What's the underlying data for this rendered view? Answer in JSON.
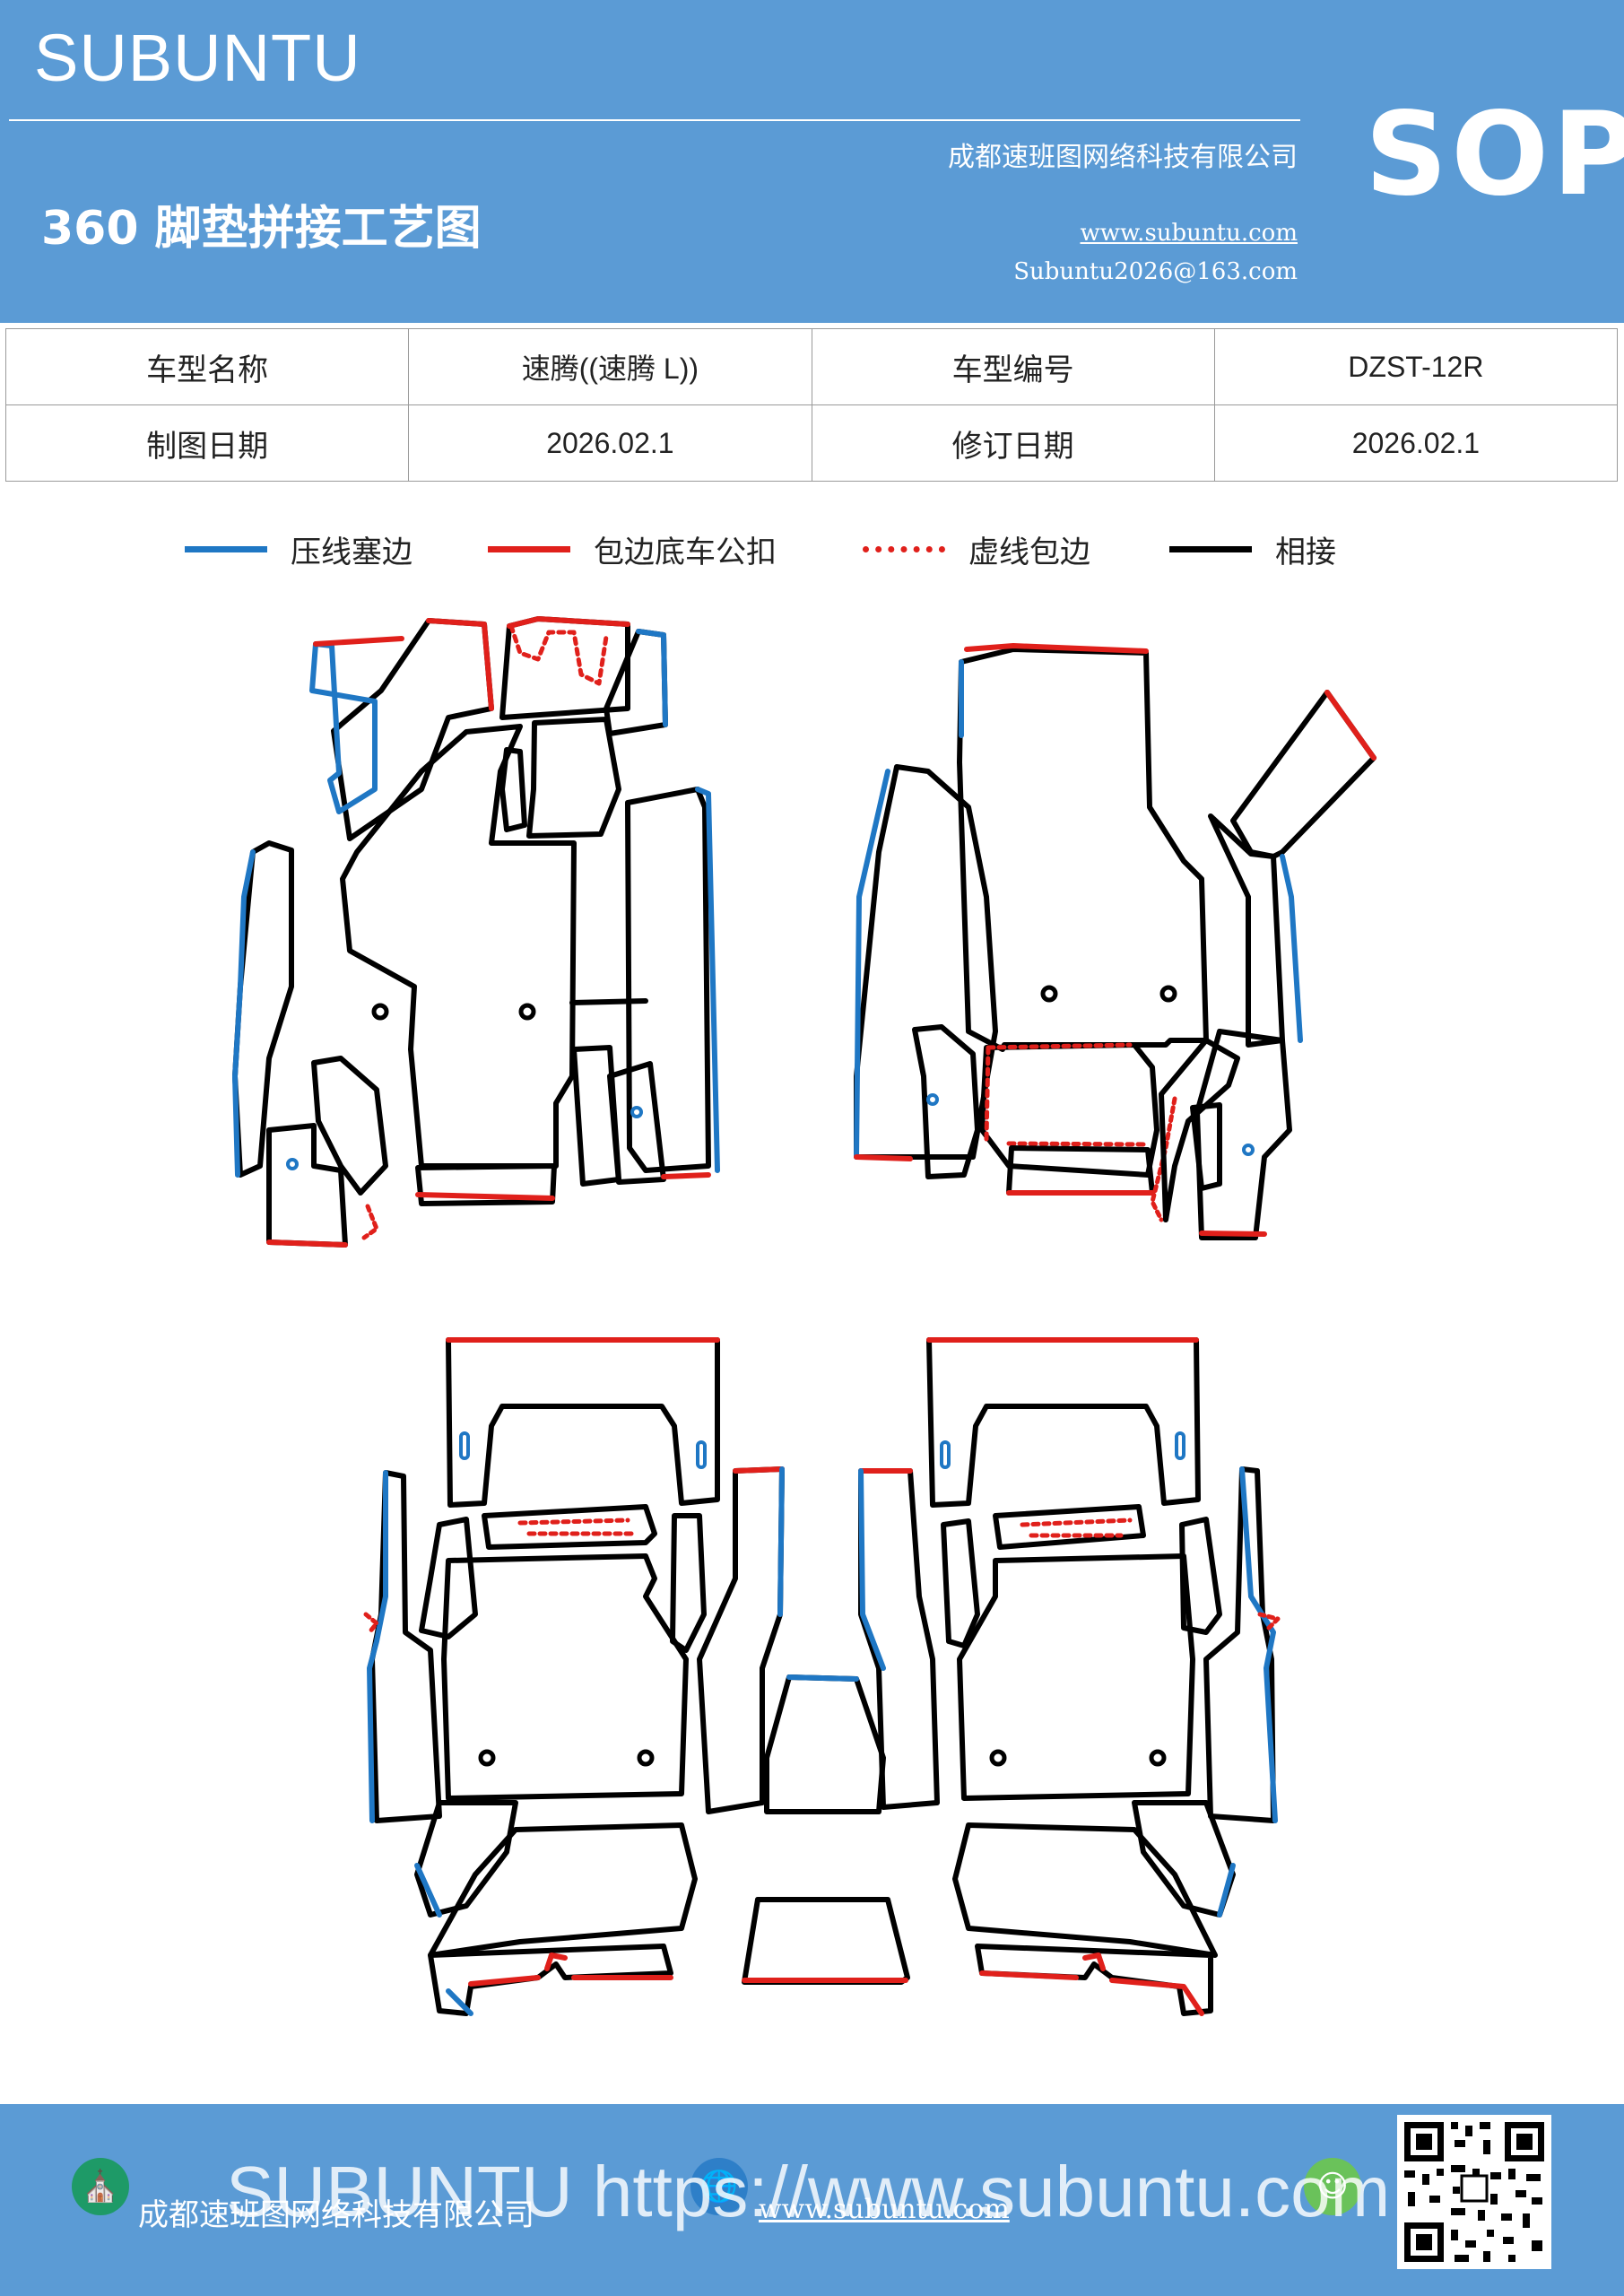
{
  "header": {
    "brand": "SUBUNTU",
    "title": "360 脚垫拼接工艺图",
    "company": "成都速班图网络科技有限公司",
    "website": "www.subuntu.com",
    "email": "Subuntu2026@163.com",
    "badge": "SOP"
  },
  "info_table": {
    "rows": [
      [
        "车型名称",
        "速腾((速腾 L))",
        "车型编号",
        "DZST-12R"
      ],
      [
        "制图日期",
        "2026.02.1",
        "修订日期",
        "2026.02.1"
      ]
    ]
  },
  "legend": [
    {
      "label": "压线塞边",
      "color": "#1f77c4",
      "style": "solid"
    },
    {
      "label": "包边底车公扣",
      "color": "#e0201b",
      "style": "solid"
    },
    {
      "label": "虚线包边",
      "color": "#e0201b",
      "style": "dotted"
    },
    {
      "label": "相接",
      "color": "#000000",
      "style": "solid"
    }
  ],
  "colors": {
    "header_bg": "#5b9bd5",
    "blue_line": "#1f77c4",
    "red_line": "#e0201b",
    "black_line": "#000000"
  },
  "footer": {
    "company": "成都速班图网络科技有限公司",
    "website": "www.subuntu.com",
    "watermark": "SUBUNTU https://www.subuntu.com",
    "icons": [
      "building-icon",
      "globe-icon",
      "wechat-icon"
    ]
  }
}
